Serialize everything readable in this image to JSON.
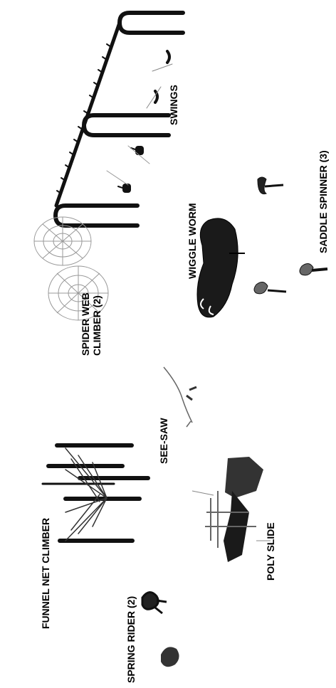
{
  "labels": {
    "swings": "SWINGS",
    "saddle_spinner": "SADDLE SPINNER (3)",
    "spider_web_climber_line1": "SPIDER WEB",
    "spider_web_climber_line2": "CLIMBER (2)",
    "wiggle_worm": "WIGGLE WORM",
    "see_saw": "SEE-SAW",
    "funnel_net_climber": "FUNNEL NET CLIMBER",
    "spring_rider": "SPRING RIDER (2)",
    "poly_slide": "POLY SLIDE"
  },
  "colors": {
    "ink": "#000000",
    "dark": "#1a1a1a",
    "mid_gray": "#555555",
    "light_gray": "#9a9a9a"
  }
}
